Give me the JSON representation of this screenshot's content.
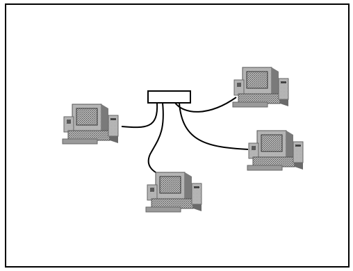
{
  "diagram": {
    "type": "network-topology",
    "nodes": [
      {
        "id": "hub",
        "kind": "hub",
        "label": ""
      },
      {
        "id": "pc-left",
        "kind": "computer",
        "label": ""
      },
      {
        "id": "pc-bottom",
        "kind": "computer",
        "label": ""
      },
      {
        "id": "pc-top-right",
        "kind": "computer",
        "label": ""
      },
      {
        "id": "pc-right",
        "kind": "computer",
        "label": ""
      }
    ],
    "edges": [
      {
        "from": "hub",
        "to": "pc-left"
      },
      {
        "from": "hub",
        "to": "pc-bottom"
      },
      {
        "from": "hub",
        "to": "pc-top-right"
      },
      {
        "from": "hub",
        "to": "pc-right"
      }
    ],
    "icons": {
      "hub": "hub-icon",
      "computer": "computer-icon"
    },
    "colors": {
      "line": "#000000",
      "background": "#ffffff",
      "computer_gray": "#8a8a8a"
    }
  }
}
